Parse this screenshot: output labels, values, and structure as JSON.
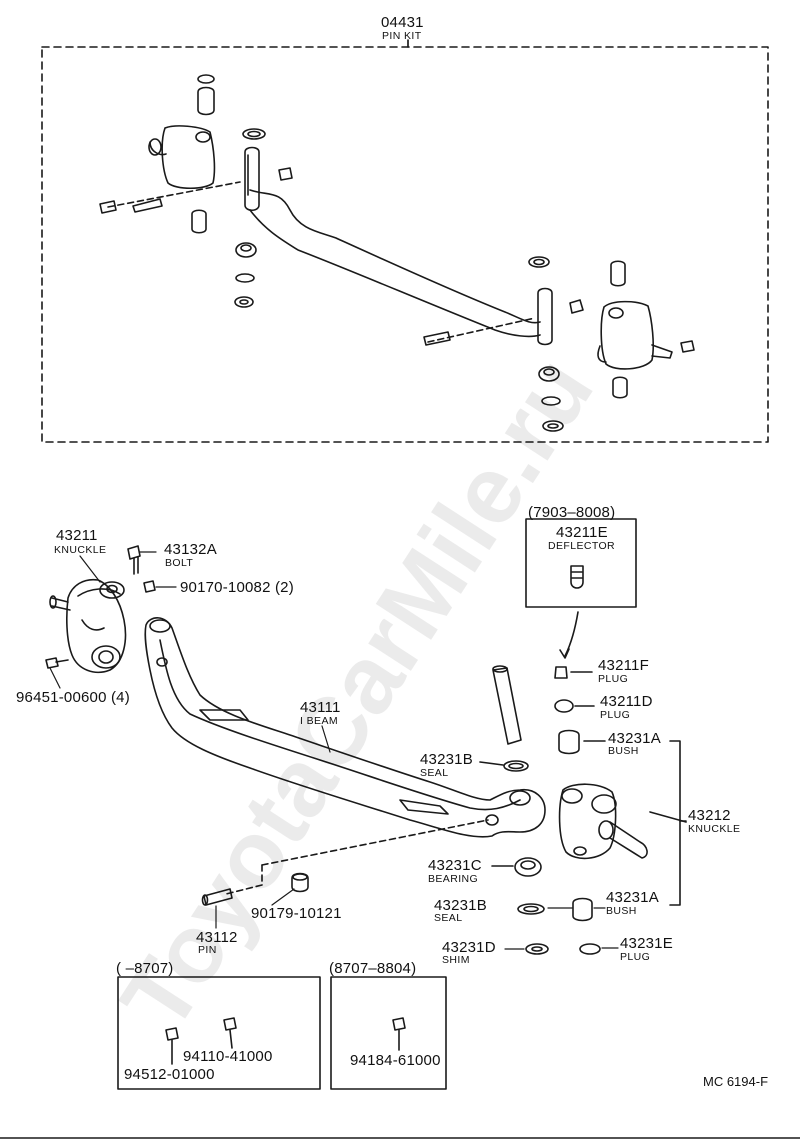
{
  "pin_kit": {
    "number": "04431",
    "name": "PIN KIT"
  },
  "parts": {
    "knuckle_left": {
      "number": "43211",
      "name": "KNUCKLE"
    },
    "bolt": {
      "number": "43132A",
      "name": "BOLT"
    },
    "nut": {
      "number": "90170-10082 (2)"
    },
    "grease_fitting": {
      "number": "96451-00600 (4)"
    },
    "i_beam": {
      "number": "43111",
      "name": "I BEAM"
    },
    "deflector": {
      "date_range": "(7903–8008)",
      "number": "43211E",
      "name": "DEFLECTOR"
    },
    "plug_f": {
      "number": "43211F",
      "name": "PLUG"
    },
    "plug_d": {
      "number": "43211D",
      "name": "PLUG"
    },
    "bush_upper": {
      "number": "43231A",
      "name": "BUSH"
    },
    "seal_upper": {
      "number": "43231B",
      "name": "SEAL"
    },
    "knuckle_right": {
      "number": "43212",
      "name": "KNUCKLE"
    },
    "bearing": {
      "number": "43231C",
      "name": "BEARING"
    },
    "seal_lower": {
      "number": "43231B",
      "name": "SEAL"
    },
    "bush_lower": {
      "number": "43231A",
      "name": "BUSH"
    },
    "pin": {
      "number": "43112",
      "name": "PIN"
    },
    "washer": {
      "number": "90179-10121"
    },
    "shim": {
      "number": "43231D",
      "name": "SHIM"
    },
    "plug_e": {
      "number": "43231E",
      "name": "PLUG"
    }
  },
  "inset_left": {
    "date_range": "(        –8707)",
    "part_a": "94110-41000",
    "part_b": "94512-01000"
  },
  "inset_right": {
    "date_range": "(8707–8804)",
    "part_a": "94184-61000"
  },
  "doc_code": "MC 6194-F",
  "watermark": "ToyotaCarMile.ru"
}
